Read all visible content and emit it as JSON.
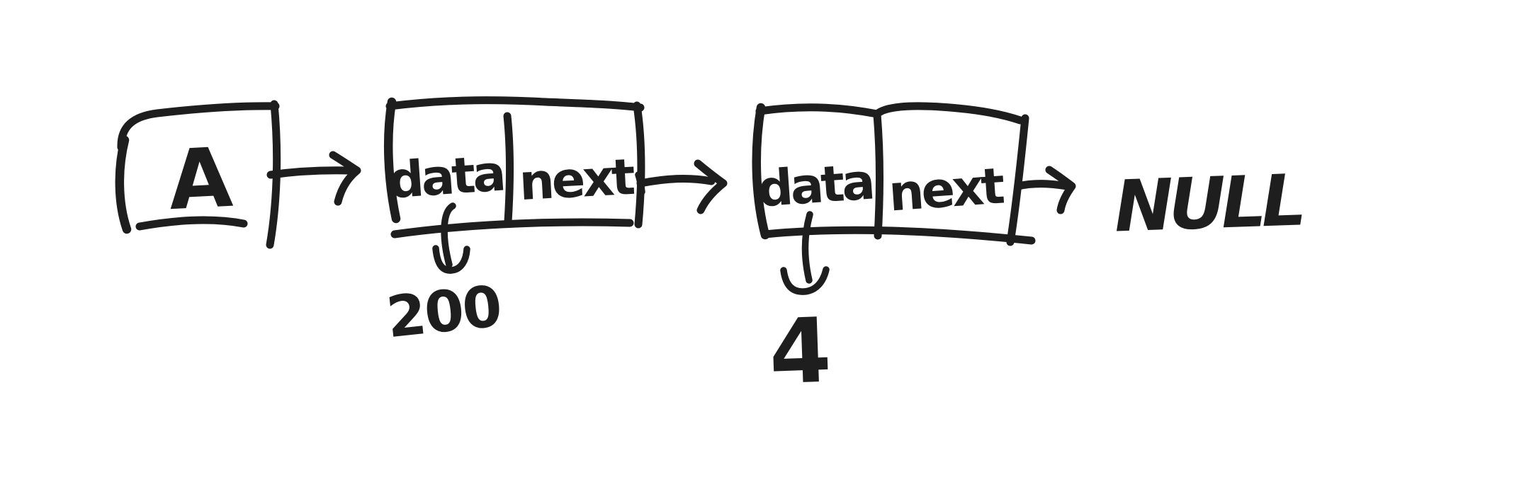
{
  "diagram": {
    "type": "linked-list-sketch",
    "ink_color": "#1e1e1e",
    "background_color": "#ffffff",
    "head": {
      "label": "A"
    },
    "nodes": [
      {
        "data_label": "data",
        "next_label": "next",
        "data_value": "200"
      },
      {
        "data_label": "data",
        "next_label": "next",
        "data_value": "4"
      }
    ],
    "terminator_label": "NULL"
  }
}
